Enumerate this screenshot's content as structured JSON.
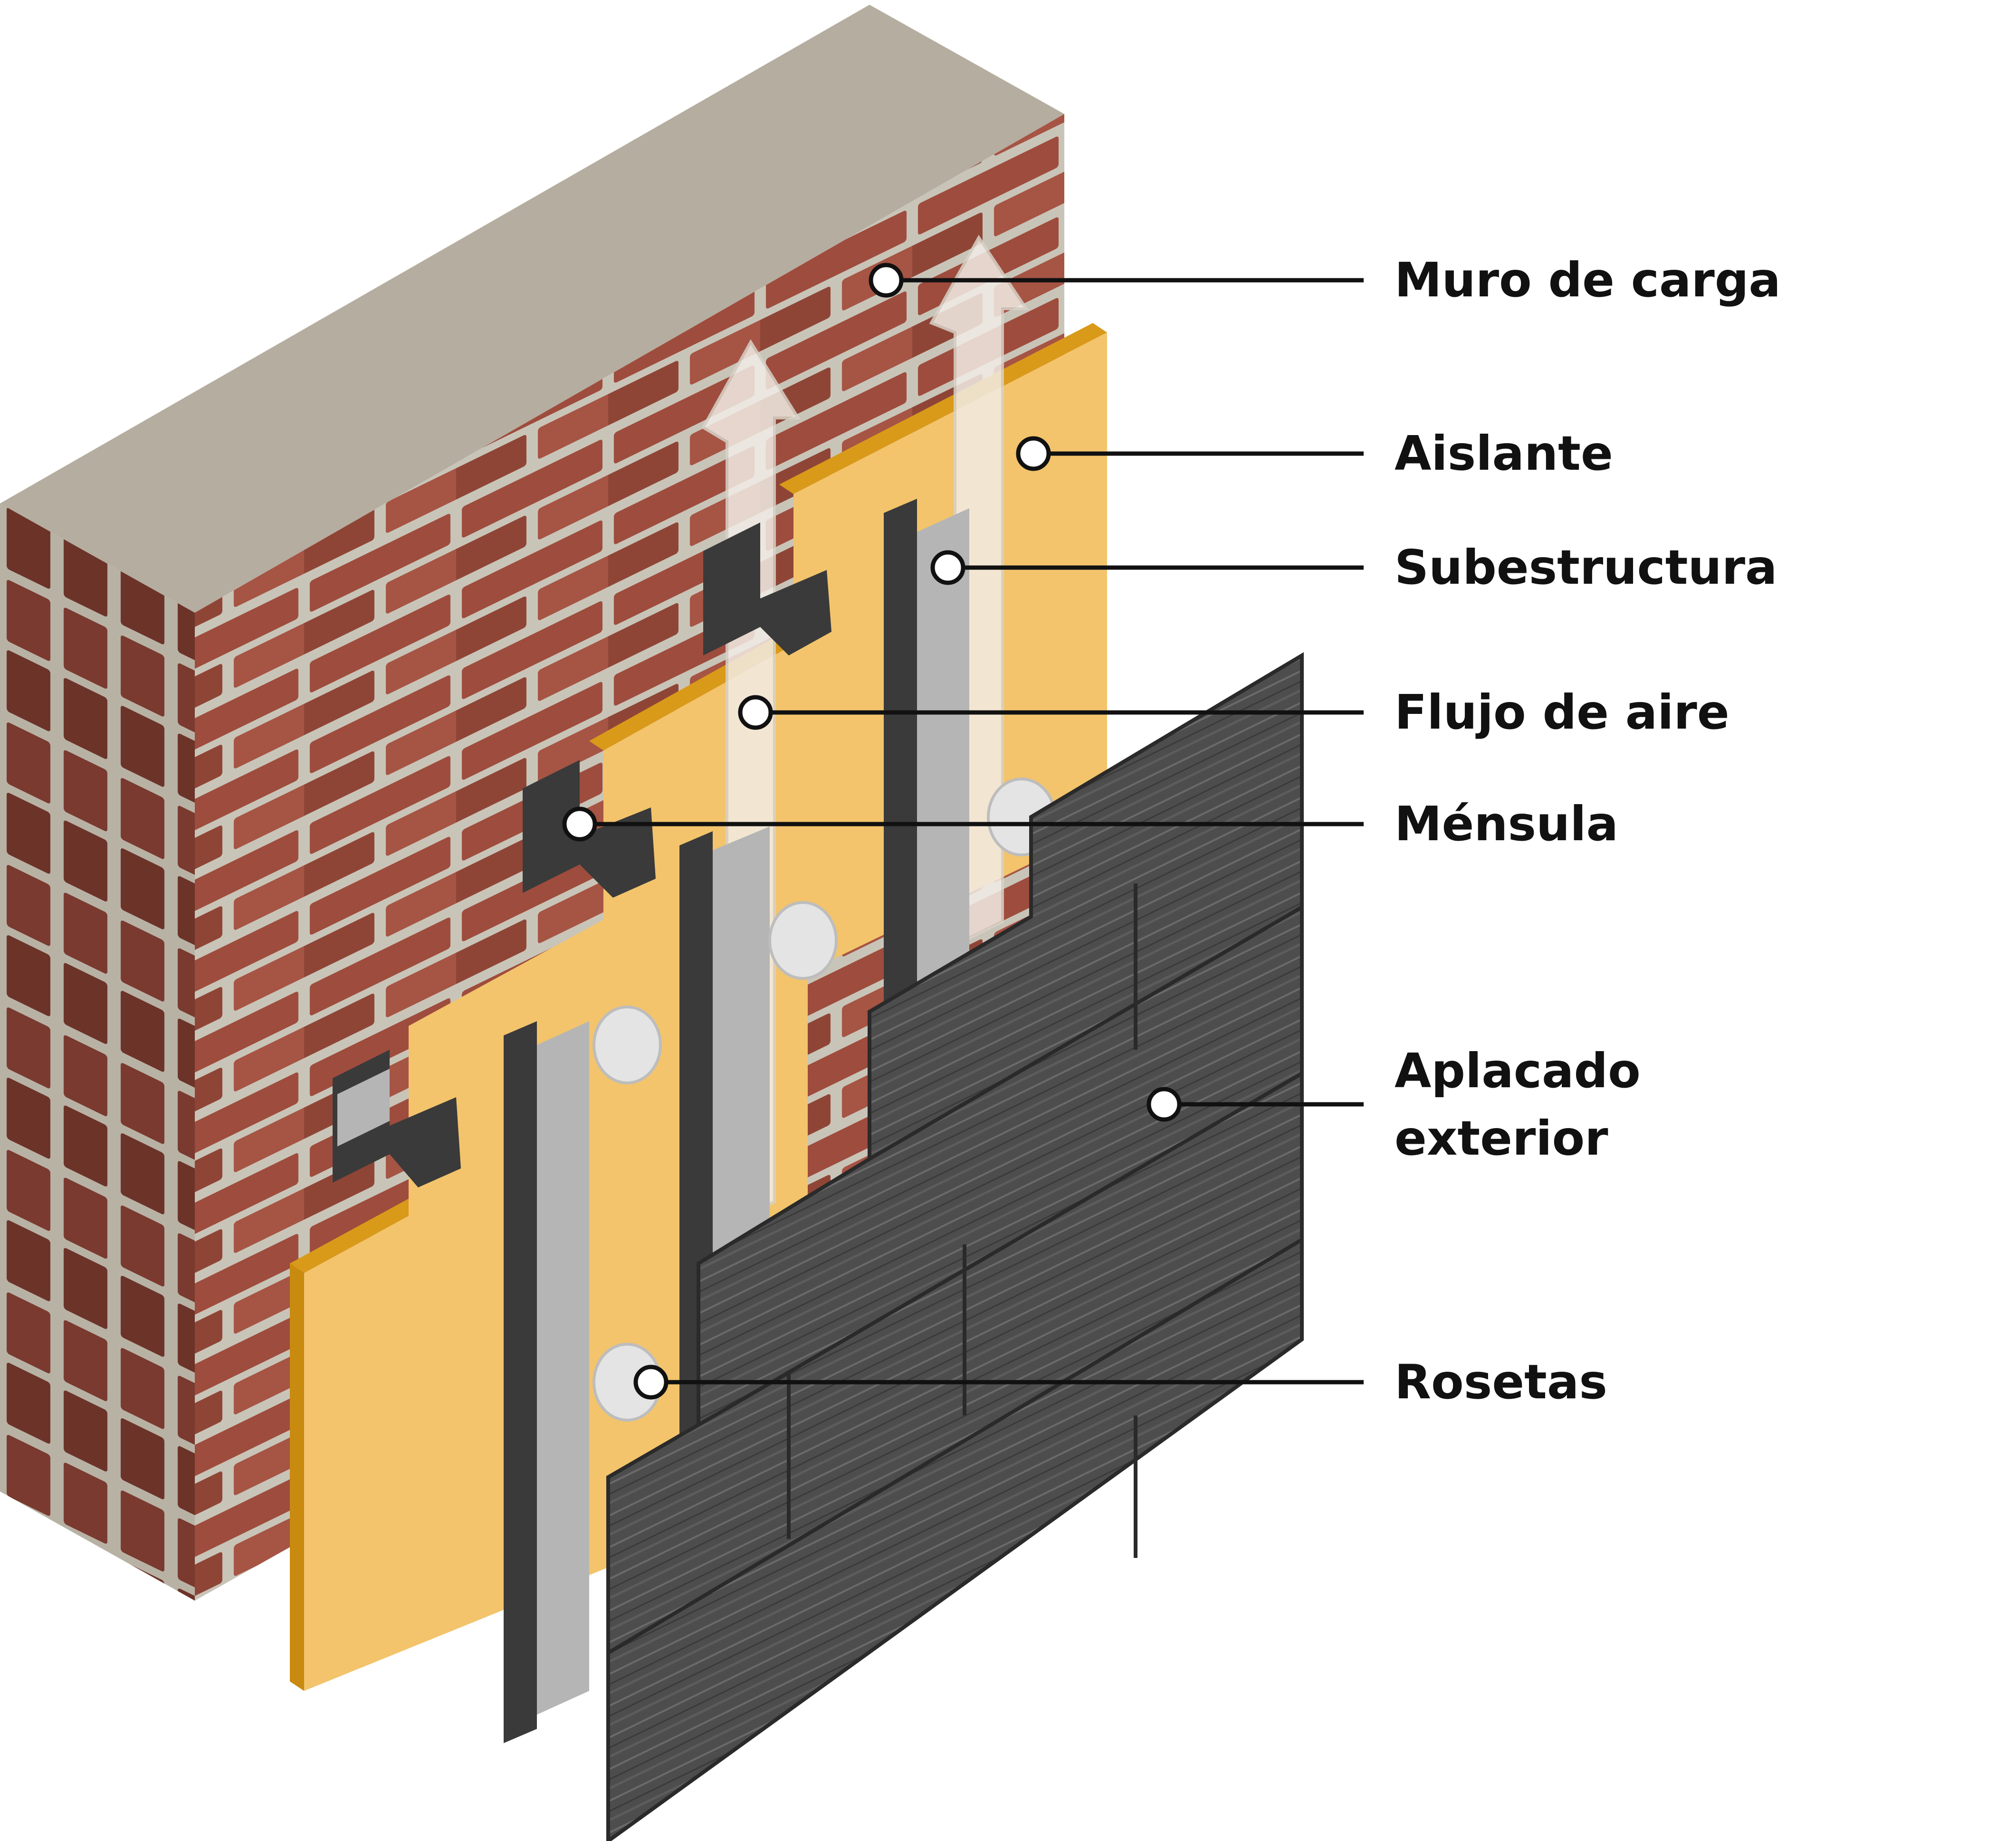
{
  "colors": {
    "brick": "#9a4a3c",
    "mortar": "#c9c4b8",
    "insulation": "#f3c46c",
    "insulation_edge": "#d99a1a",
    "profile": "#b5b5b5",
    "profile_dark": "#3a3a3a",
    "cladding": "#4a4a4a",
    "airflow": "#f2ede6",
    "leader": "#111111"
  },
  "labels": {
    "muro": "Muro de carga",
    "aislante": "Aislante",
    "subestructura": "Subestructura",
    "flujo": "Flujo de aire",
    "mensula": "Ménsula",
    "aplacado_line1": "Aplacado",
    "aplacado_line2": "exterior",
    "rosetas": "Rosetas"
  }
}
